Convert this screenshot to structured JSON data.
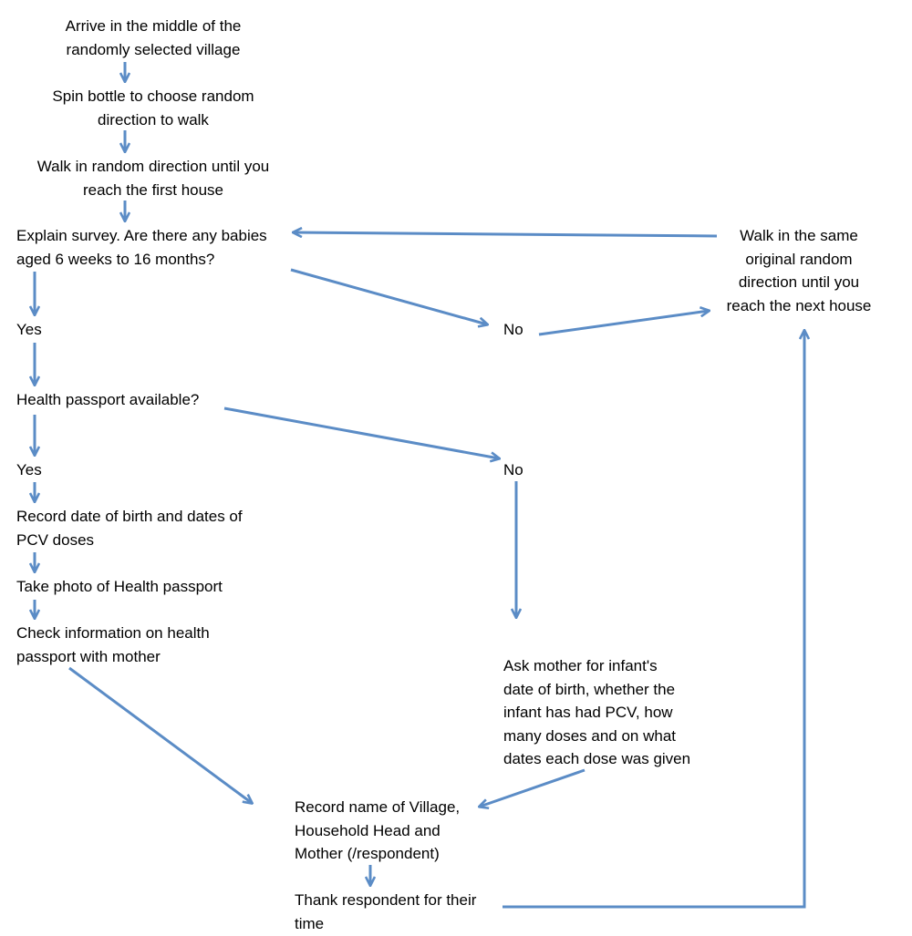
{
  "diagram": {
    "nodes": [
      {
        "id": "n1",
        "lines": [
          "Arrive in the middle of the",
          "randomly selected village"
        ]
      },
      {
        "id": "n2",
        "lines": [
          "Spin bottle to choose random",
          "direction to walk"
        ]
      },
      {
        "id": "n3",
        "lines": [
          "Walk in random direction until you",
          "reach the first house"
        ]
      },
      {
        "id": "n4",
        "lines": [
          "Explain survey. Are there any babies",
          "aged 6 weeks to 16 months?"
        ]
      },
      {
        "id": "n5",
        "lines": [
          "Yes"
        ]
      },
      {
        "id": "n6",
        "lines": [
          "Health passport available?"
        ]
      },
      {
        "id": "n7",
        "lines": [
          "Yes"
        ]
      },
      {
        "id": "n8",
        "lines": [
          "Record date of birth and dates of",
          "PCV doses"
        ]
      },
      {
        "id": "n9",
        "lines": [
          "Take photo of Health passport"
        ]
      },
      {
        "id": "n10",
        "lines": [
          "Check information on health",
          "passport with mother"
        ]
      },
      {
        "id": "n11",
        "lines": [
          "No"
        ]
      },
      {
        "id": "n12",
        "lines": [
          "No"
        ]
      },
      {
        "id": "n13",
        "lines": [
          "Ask mother for infant's",
          "date of birth, whether the",
          "infant has had PCV, how",
          "many doses and on what",
          "dates each dose was given"
        ]
      },
      {
        "id": "n14",
        "lines": [
          "Record name of Village,",
          "Household Head and",
          "Mother (/respondent)"
        ]
      },
      {
        "id": "n15",
        "lines": [
          "Thank respondent for their",
          "time"
        ]
      },
      {
        "id": "n16",
        "lines": [
          "Walk in the same",
          "original random",
          "direction until you",
          "reach the next house"
        ]
      }
    ],
    "edges": [
      {
        "from": "n1",
        "to": "n2"
      },
      {
        "from": "n2",
        "to": "n3"
      },
      {
        "from": "n3",
        "to": "n4"
      },
      {
        "from": "n4",
        "to": "n5"
      },
      {
        "from": "n4",
        "to": "n11"
      },
      {
        "from": "n11",
        "to": "n16"
      },
      {
        "from": "n16",
        "to": "n4"
      },
      {
        "from": "n5",
        "to": "n6"
      },
      {
        "from": "n6",
        "to": "n7"
      },
      {
        "from": "n6",
        "to": "n12"
      },
      {
        "from": "n7",
        "to": "n8"
      },
      {
        "from": "n8",
        "to": "n9"
      },
      {
        "from": "n9",
        "to": "n10"
      },
      {
        "from": "n10",
        "to": "n14"
      },
      {
        "from": "n12",
        "to": "n13"
      },
      {
        "from": "n13",
        "to": "n14"
      },
      {
        "from": "n14",
        "to": "n15"
      },
      {
        "from": "n15",
        "to": "n16"
      }
    ],
    "arrow_color": "#5b8cc6"
  }
}
